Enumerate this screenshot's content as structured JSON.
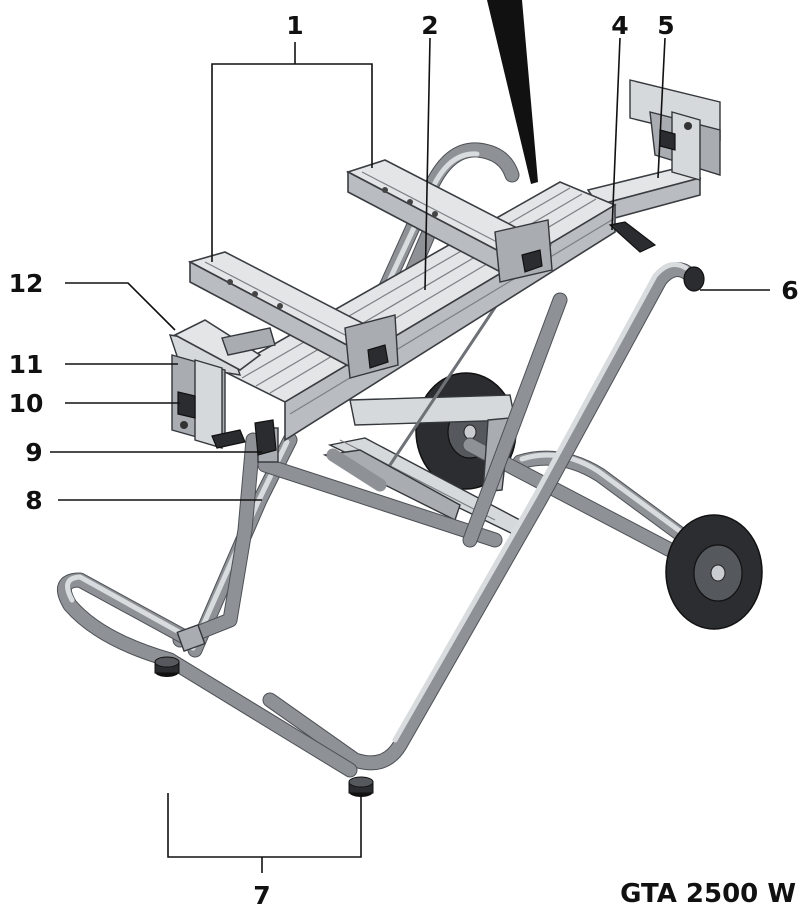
{
  "model": "GTA 2500 W",
  "labels": {
    "l1": "1",
    "l2": "2",
    "l4": "4",
    "l5": "5",
    "l6": "6",
    "l7": "7",
    "l8": "8",
    "l9": "9",
    "l10": "10",
    "l11": "11",
    "l12": "12"
  }
}
